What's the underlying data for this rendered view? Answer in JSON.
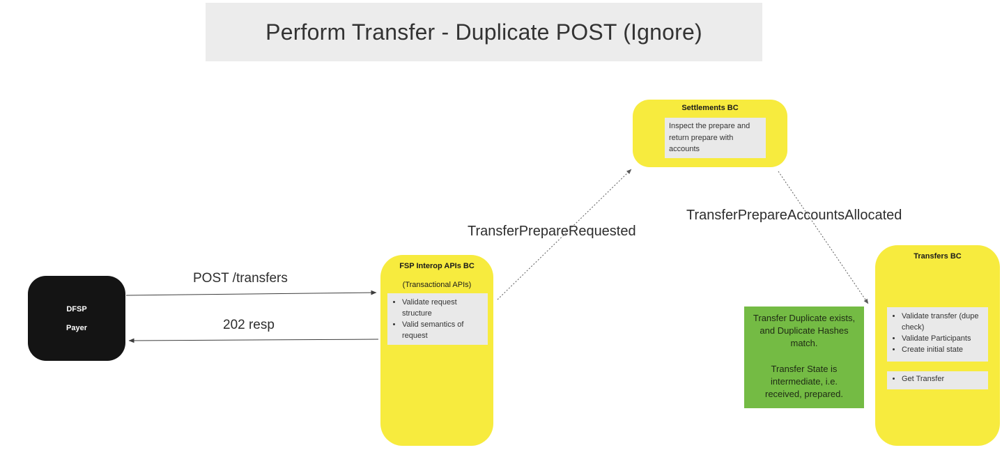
{
  "title": "Perform Transfer - Duplicate POST (Ignore)",
  "edges": {
    "post": "POST /transfers",
    "resp": "202 resp",
    "prepare_requested": "TransferPrepareRequested",
    "accounts_allocated": "TransferPrepareAccountsAllocated"
  },
  "nodes": {
    "dfsp": {
      "line1": "DFSP",
      "line2": "Payer"
    },
    "fsp": {
      "title": "FSP Interop APIs BC",
      "subtitle": "(Transactional APIs)",
      "bullets": [
        "Validate request structure",
        "Valid semantics of request"
      ]
    },
    "settlements": {
      "title": "Settlements BC",
      "note": "Inspect the prepare and return prepare with accounts"
    },
    "transfers": {
      "title": "Transfers BC",
      "bullets": [
        "Validate transfer (dupe check)",
        "Validate Participants",
        "Create initial state"
      ],
      "bullets2": [
        "Get Transfer"
      ]
    },
    "green_note": {
      "para1": "Transfer Duplicate exists, and Duplicate Hashes match.",
      "para2": "Transfer State is intermediate, i.e. received, prepared."
    }
  },
  "colors": {
    "title_bg": "#ececec",
    "node_yellow": "#f7eb3e",
    "node_black": "#141414",
    "inner_gray": "#e9e9e9",
    "green_note_bg": "#74bb44",
    "arrow": "#3d3d3d"
  }
}
